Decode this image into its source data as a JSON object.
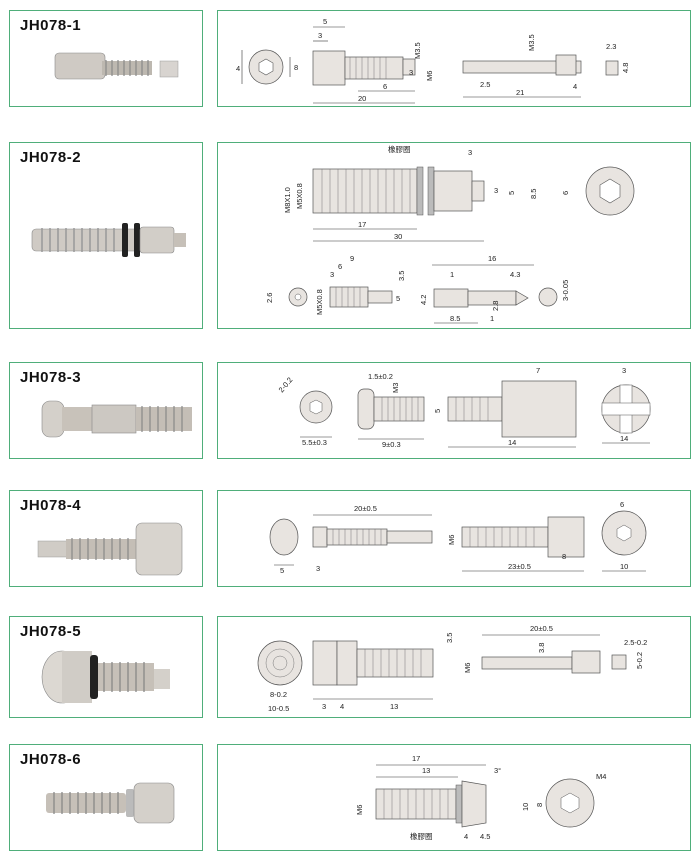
{
  "products": [
    {
      "code": "JH078-1",
      "dims": [
        "4",
        "8",
        "5",
        "3",
        "M3.5",
        "3",
        "M6",
        "6",
        "20",
        "M3.5",
        "2.5",
        "21",
        "4",
        "2.3",
        "4.8"
      ]
    },
    {
      "code": "JH078-2",
      "label_rubber": "橡膠圈",
      "dims": [
        "3",
        "M8X1.0",
        "M5X0.8",
        "3",
        "5",
        "8.5",
        "6",
        "17",
        "30",
        "9",
        "6",
        "3",
        "3.5",
        "2.6",
        "M5X0.8",
        "1",
        "16",
        "5",
        "4.3",
        "4.2",
        "2.8",
        "8.5",
        "1",
        "3-0.05"
      ]
    },
    {
      "code": "JH078-3",
      "dims": [
        "2-0.2",
        "1.5±0.2",
        "M3",
        "5",
        "5.5±0.3",
        "9±0.3",
        "7",
        "14",
        "3",
        "14"
      ]
    },
    {
      "code": "JH078-4",
      "dims": [
        "20±0.5",
        "M6",
        "6",
        "5",
        "3",
        "8",
        "23±0.5",
        "10"
      ]
    },
    {
      "code": "JH078-5",
      "dims": [
        "20±0.5",
        "3.5",
        "3.8",
        "2.5-0.2",
        "M6",
        "5-0.2",
        "8-0.2",
        "10-0.5",
        "3",
        "4",
        "13"
      ]
    },
    {
      "code": "JH078-6",
      "label_rubber": "橡膠圈",
      "dims": [
        "17",
        "13",
        "3°",
        "M4",
        "M6",
        "10",
        "8",
        "4",
        "4.5"
      ]
    }
  ]
}
